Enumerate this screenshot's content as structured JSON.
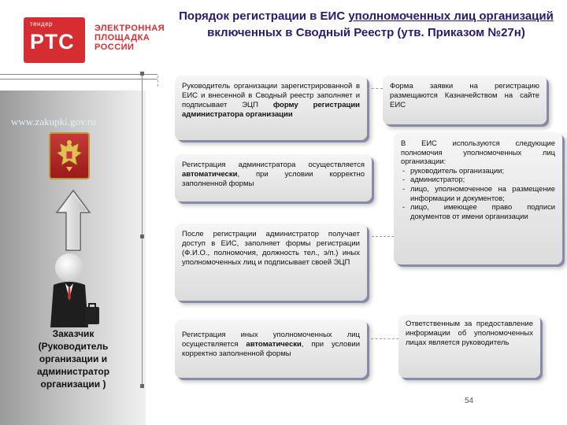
{
  "logo": {
    "badge_small": "тендер",
    "badge_big": "РТС",
    "line1": "ЭЛЕКТРОННАЯ",
    "line2": "ПЛОЩАДКА",
    "line3": "РОССИИ"
  },
  "title": {
    "part1": "Порядок регистрации в ЕИС ",
    "part2_underlined": "уполномоченных лиц организаций ",
    "part3": "включенных в Сводный Реестр (утв. Приказом №27н)"
  },
  "left_panel": {
    "site": "www.zakupki.gov.ru",
    "person_label": "Заказчик (Руководитель организации и администратор организации )"
  },
  "steps": {
    "step1_a": "Руководитель организации зарегистрированной в ЕИС и внесенной в Сводный реестр заполняет и подписывает ЭЦП ",
    "step1_b": "форму регистрации администратора организации",
    "step2_a": "Регистрация администратора осуществляется ",
    "step2_b": "автоматически",
    "step2_c": ", при условии корректно заполненной формы",
    "step3": "После регистрации администратор получает доступ в ЕИС, заполняет формы регистрации (Ф.И.О., полномочия, должность тел., э/п.) иных уполномоченных лиц и подписывает своей ЭЦП",
    "step4_a": "Регистрация иных уполномоченных лиц осуществляется ",
    "step4_b": "автоматически",
    "step4_c": ", при условии корректно заполненной формы"
  },
  "notes": {
    "note1": "Форма заявки на регистрацию размещаются Казначейством на сайте ЕИС",
    "note2_intro": "В ЕИС используются следующие полномочия уполномоченных лиц организации:",
    "note2_items": [
      "руководитель организации;",
      "администратор;",
      "лицо, уполномоченное на размещение информации и документов;",
      "лицо, имеющее право подписи документов от имени организации"
    ],
    "note3": "Ответственным за предоставление информации об уполномоченных лицах является руководитель"
  },
  "page_number": "54",
  "colors": {
    "brand_red": "#d62d33",
    "title_color": "#2a1a6a",
    "box_shadow": "#8a8aa8"
  }
}
